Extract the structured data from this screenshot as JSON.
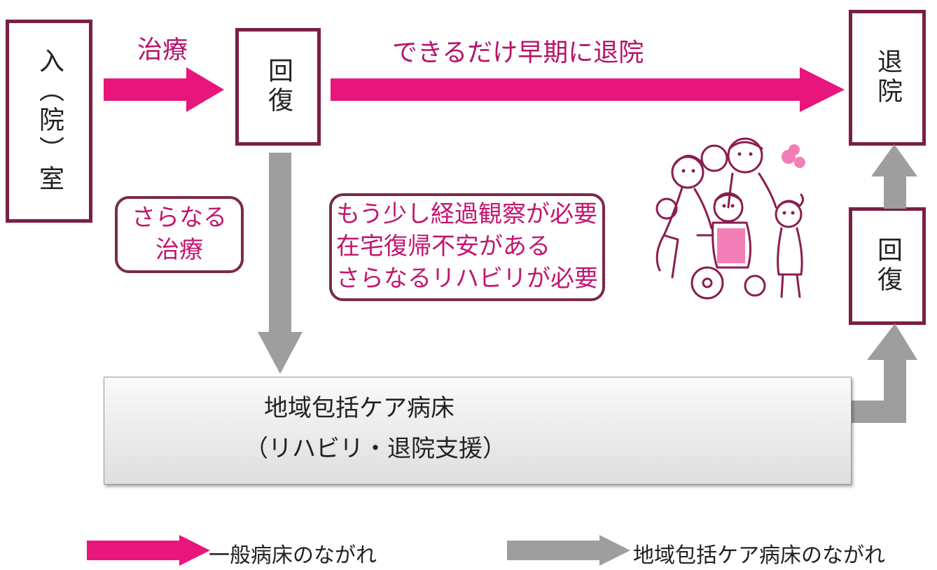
{
  "boxes": {
    "admission": "入（院）室",
    "recovery_top": "回復",
    "discharge": "退院",
    "recovery_right": "回復"
  },
  "labels": {
    "treatment": "治療",
    "early_discharge": "できるだけ早期に退院"
  },
  "further_treatment": [
    "さらなる",
    "治療"
  ],
  "reasons": [
    "もう少し経過観察が必要",
    "在宅復帰不安がある",
    "さらなるリハビリが必要"
  ],
  "care_ward": {
    "title": "地域包括ケア病床",
    "subtitle": "（リハビリ・退院支援）"
  },
  "legend": {
    "general": "一般病床のながれ",
    "community": "地域包括ケア病床のながれ"
  },
  "colors": {
    "magenta_arrow": "#e8157d",
    "gray_arrow": "#9e9e9e",
    "box_border": "#7a1f45",
    "label_text": "#b3156a"
  },
  "icons": {
    "illustration": "family-with-wheelchair-elder-illustration"
  }
}
